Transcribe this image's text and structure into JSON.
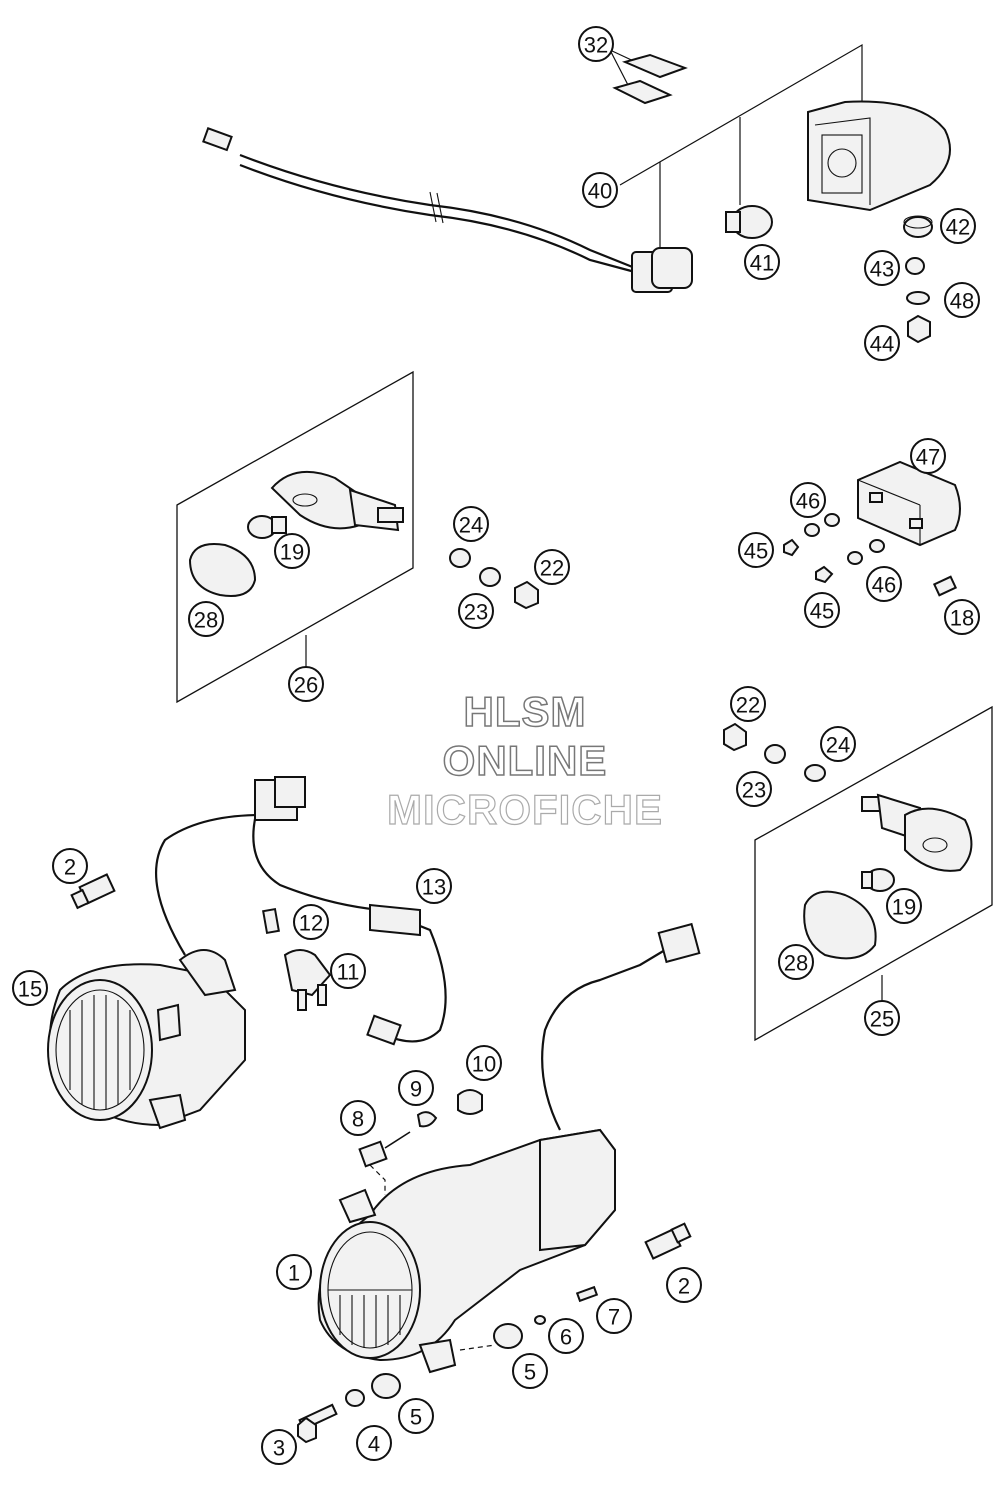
{
  "watermark": {
    "line1": "HLSM",
    "line2": "ONLINE",
    "line3": "MICROFICHE"
  },
  "callouts": [
    {
      "id": "c32",
      "label": "32"
    },
    {
      "id": "c40",
      "label": "40"
    },
    {
      "id": "c41",
      "label": "41"
    },
    {
      "id": "c42",
      "label": "42"
    },
    {
      "id": "c43",
      "label": "43"
    },
    {
      "id": "c48",
      "label": "48"
    },
    {
      "id": "c44",
      "label": "44"
    },
    {
      "id": "c47",
      "label": "47"
    },
    {
      "id": "c46a",
      "label": "46"
    },
    {
      "id": "c45a",
      "label": "45"
    },
    {
      "id": "c46b",
      "label": "46"
    },
    {
      "id": "c45b",
      "label": "45"
    },
    {
      "id": "c18",
      "label": "18"
    },
    {
      "id": "c19a",
      "label": "19"
    },
    {
      "id": "c28a",
      "label": "28"
    },
    {
      "id": "c26",
      "label": "26"
    },
    {
      "id": "c24a",
      "label": "24"
    },
    {
      "id": "c22a",
      "label": "22"
    },
    {
      "id": "c23a",
      "label": "23"
    },
    {
      "id": "c22b",
      "label": "22"
    },
    {
      "id": "c24b",
      "label": "24"
    },
    {
      "id": "c23b",
      "label": "23"
    },
    {
      "id": "c19b",
      "label": "19"
    },
    {
      "id": "c28b",
      "label": "28"
    },
    {
      "id": "c25",
      "label": "25"
    },
    {
      "id": "c2a",
      "label": "2"
    },
    {
      "id": "c15",
      "label": "15"
    },
    {
      "id": "c12",
      "label": "12"
    },
    {
      "id": "c11",
      "label": "11"
    },
    {
      "id": "c13",
      "label": "13"
    },
    {
      "id": "c10",
      "label": "10"
    },
    {
      "id": "c9",
      "label": "9"
    },
    {
      "id": "c8",
      "label": "8"
    },
    {
      "id": "c1",
      "label": "1"
    },
    {
      "id": "c7",
      "label": "7"
    },
    {
      "id": "c6",
      "label": "6"
    },
    {
      "id": "c5a",
      "label": "5"
    },
    {
      "id": "c5b",
      "label": "5"
    },
    {
      "id": "c4",
      "label": "4"
    },
    {
      "id": "c3",
      "label": "3"
    },
    {
      "id": "c2b",
      "label": "2"
    }
  ]
}
